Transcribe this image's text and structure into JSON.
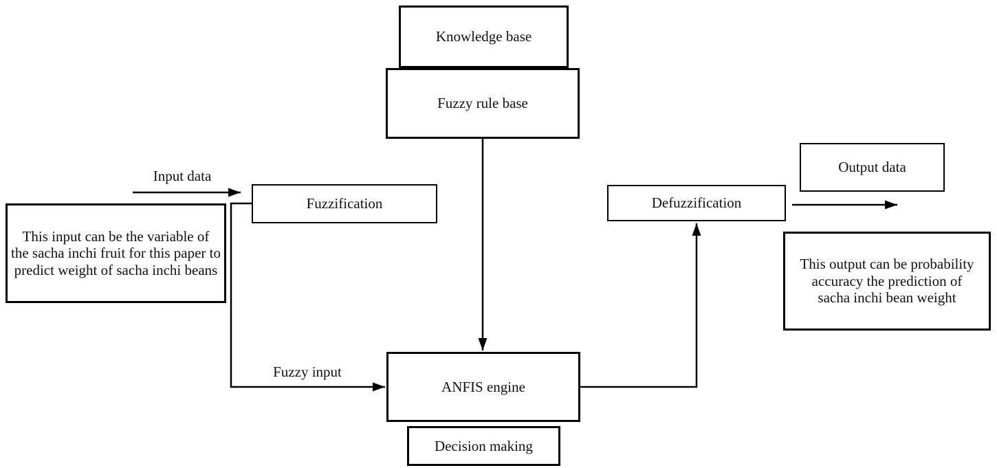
{
  "diagram": {
    "boxes": {
      "knowledge_base": "Knowledge base",
      "fuzzy_rule_base": "Fuzzy rule base",
      "fuzzification": "Fuzzification",
      "anfis_engine": "ANFIS engine",
      "decision_making": "Decision making",
      "defuzzification": "Defuzzification",
      "output_data": "Output data",
      "input_note": "This input can be the variable of\nthe sacha inchi fruit for this paper to\npredict weight of sacha inchi beans",
      "output_note": "This output can be probability\naccuracy the prediction of\nsacha inchi bean weight"
    },
    "edge_labels": {
      "input_data": "Input data",
      "fuzzy_input": "Fuzzy input"
    },
    "colors": {
      "line": "#000000",
      "text": "#111111",
      "background": "#ffffff"
    }
  }
}
